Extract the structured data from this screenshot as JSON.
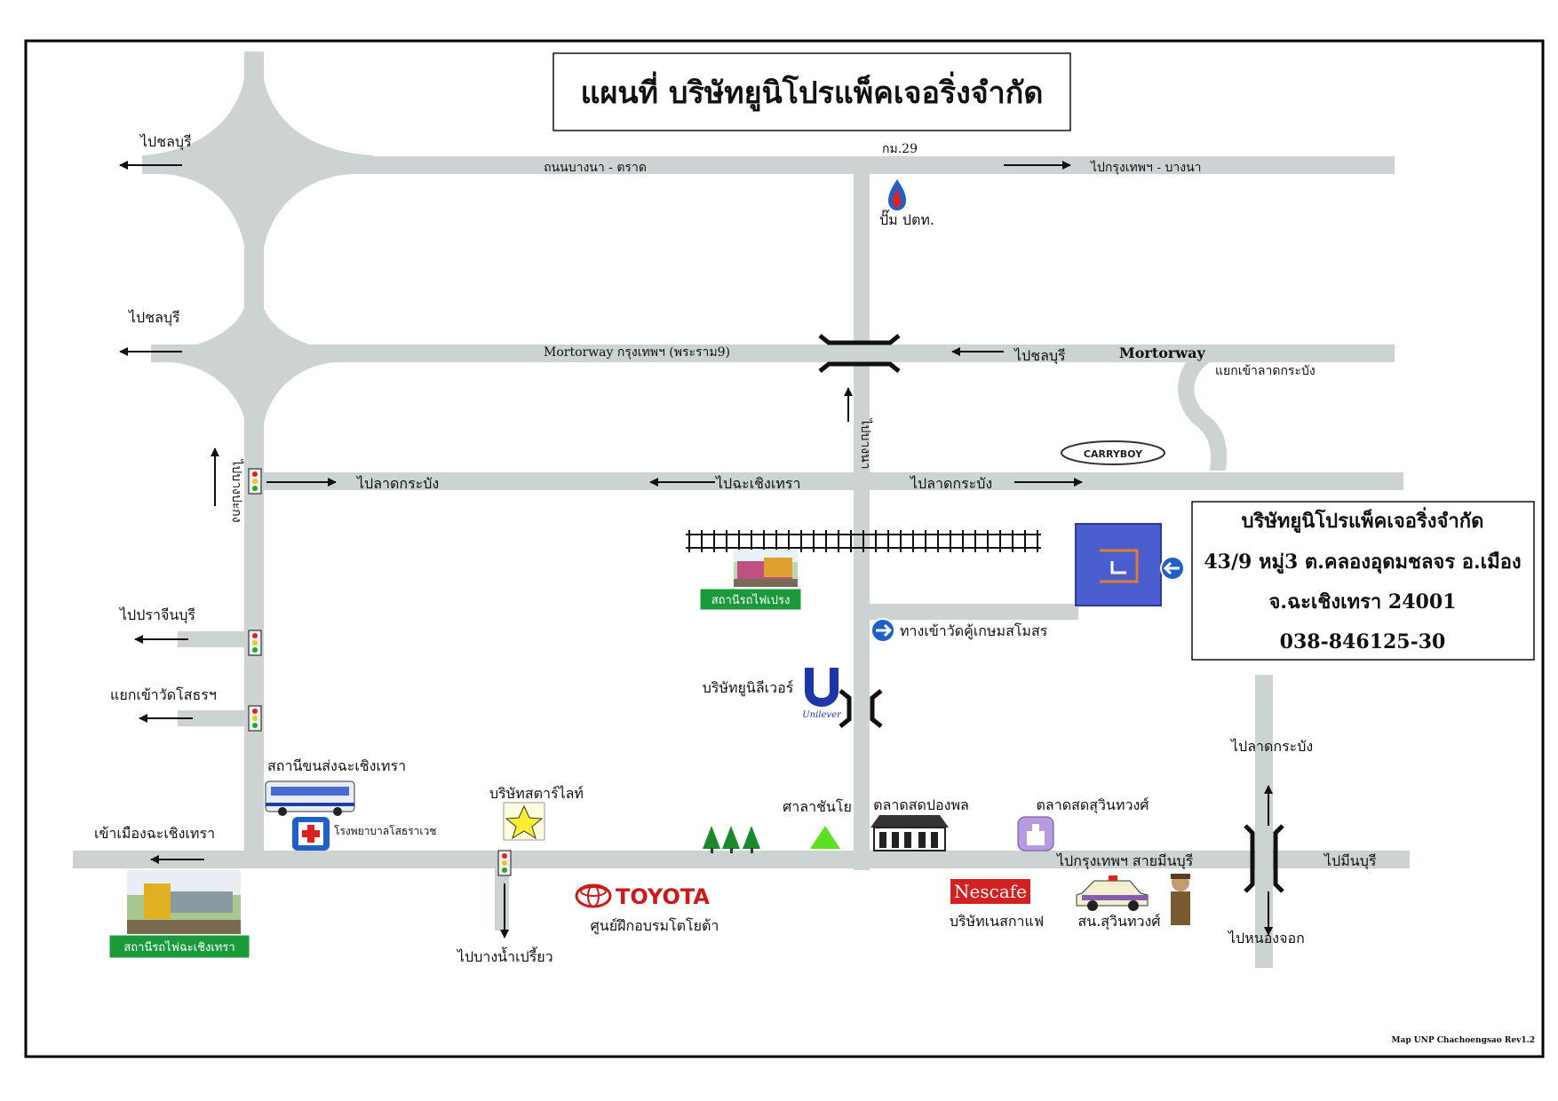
{
  "title": "แผนที่ บริษัทยูนิโปรแพ็คเจอริ่งจำกัด",
  "company": {
    "name": "บริษัทยูนิโปรแพ็คเจอริ่งจำกัด",
    "address_line1": "43/9 หมู่3 ต.คลองอุดมชลจร อ.เมือง",
    "address_line2": "จ.ฉะเชิงเทรา  24001",
    "phone": "038-846125-30"
  },
  "roads": {
    "km29": "กม.29",
    "bangna_trat": "ถนนบางนา - ตราด",
    "to_bkk_bangna": "ไปกรุงเทพฯ - บางนา",
    "to_chonburi_top": "ไปชลบุรี",
    "to_chonburi_mid": "ไปชลบุรี",
    "motorway_bkk": "Mortorway กรุงเทพฯ (พระราม9)",
    "to_chonburi_motorway": "ไปชลบุรี",
    "motorway": "Mortorway",
    "lat_krabang_junction": "แยกเข้าลาดกระบัง",
    "to_bangna_vertical": "ไปบางนา",
    "to_bangprakong_vertical": "ไปบางปะกง",
    "to_lat_krabang_left": "ไปลาดกระบัง",
    "to_chachoengsao": "ไปฉะเชิงเทรา",
    "to_lat_krabang_right": "ไปลาดกระบัง",
    "to_prachinburi": "ไปปราจีนบุรี",
    "wat_sothorn_junction": "แยกเข้าวัดโสธรฯ",
    "into_chachoengsao": "เข้าเมืองฉะเชิงเทรา",
    "to_bang_nam_priao": "ไปบางน้ำเปรี้ยว",
    "to_bkk_minburi": "ไปกรุงเทพฯ สายมีนบุรี",
    "to_minburi": "ไปมีนบุรี",
    "to_lat_krabang_bottom": "ไปลาดกระบัง",
    "to_nong_chok": "ไปหนองจอก",
    "wat_ku_entrance": "ทางเข้าวัดคู้เกษมสโมสร"
  },
  "landmarks": {
    "ptt": "ปั๊ม ปตท.",
    "carryboy": "CARRYBOY",
    "train_station_plaeng": "สถานีรถไฟเปรง",
    "unilever": "บริษัทยูนิลีเวอร์",
    "unilever_logo": "Unilever",
    "bus_station": "สถานีขนส่งฉะเชิงเทรา",
    "hospital": "โรงพยาบาลโสธราเวช",
    "star_light": "บริษัทสตาร์ไลท์",
    "sala": "ศาลาชันโย",
    "market_pongpol": "ตลาดสดปองพล",
    "market_surin": "ตลาดสดสุวินทวงศ์",
    "train_station_chachoengsao": "สถานีรถไฟฉะเชิงเทรา",
    "toyota_logo": "TOYOTA",
    "toyota_center": "ศูนย์ฝึกอบรมโตโยต้า",
    "nescafe_logo": "Nescafe",
    "nescafe_company": "บริษัทเนสกาแฟ",
    "police_station": "สน.สุวินทวงศ์"
  },
  "footer": "Map UNP Chachoengsao Rev1.2",
  "colors": {
    "road": "#cdd3d3",
    "factory": "#4a5ecf",
    "station_green": "#1a9a3a",
    "toyota_red": "#cc1a1a",
    "nescafe_red": "#d42020",
    "hospital_blue": "#1e5fc8"
  }
}
